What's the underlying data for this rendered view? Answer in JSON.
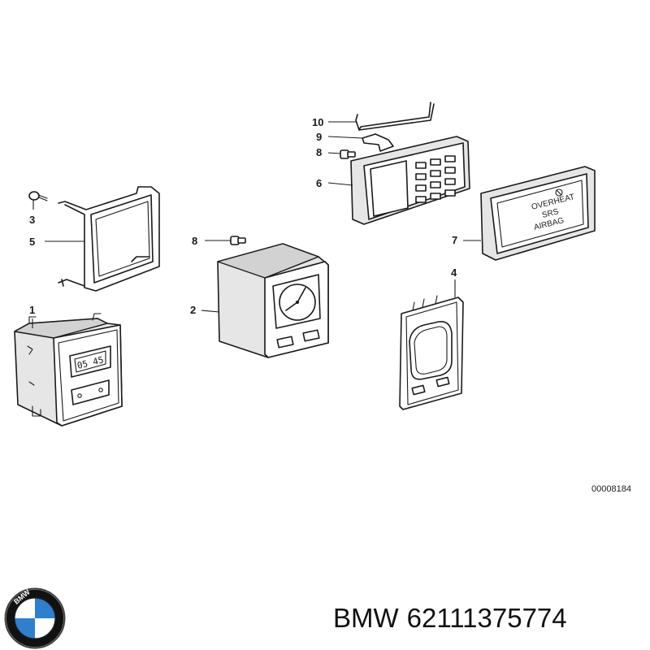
{
  "callouts": {
    "c1": "1",
    "c2": "2",
    "c3": "3",
    "c4": "4",
    "c5": "5",
    "c6": "6",
    "c7": "7",
    "c8a": "8",
    "c8b": "8",
    "c9": "9",
    "c10": "10"
  },
  "warning_panel": {
    "line1": "OVERHEAT",
    "line2": "SRS",
    "line3": "AIRBAG"
  },
  "digital_clock": {
    "display": "05 45"
  },
  "drawing_number": "00008184",
  "brand": {
    "name": "BMW",
    "part_number": "62111375774",
    "logo_letters": "BMW",
    "logo_colors": {
      "ring": "#111111",
      "blue": "#2f7fd0",
      "white": "#ffffff"
    }
  }
}
